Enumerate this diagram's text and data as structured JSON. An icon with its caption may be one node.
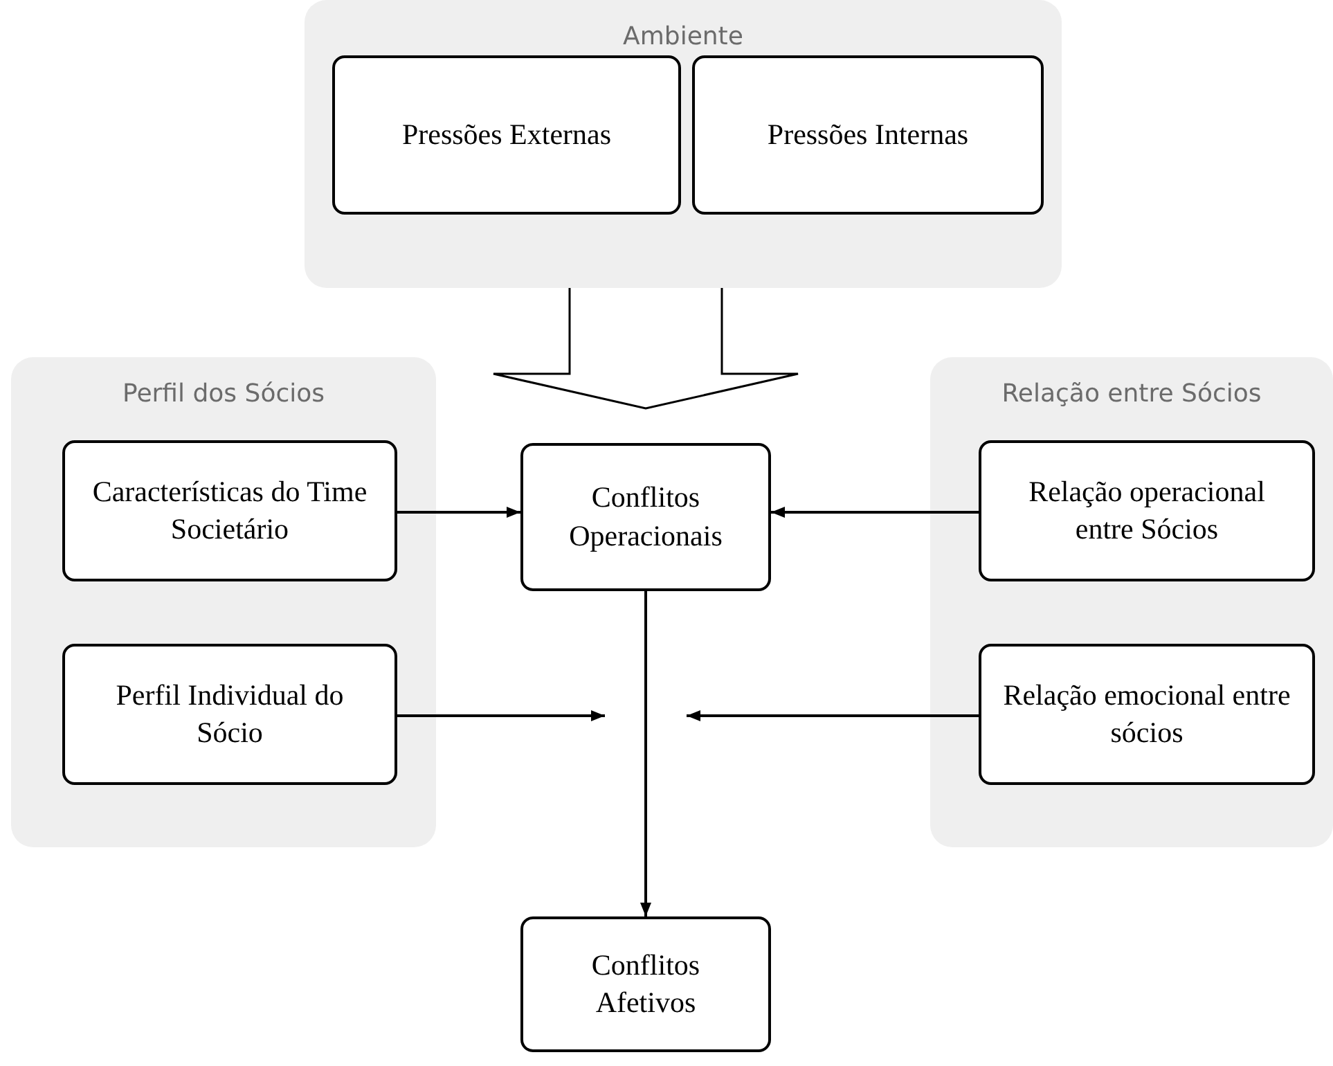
{
  "diagram": {
    "nodes": [
      {
        "text": [
          "Ambiente"
        ]
      },
      {
        "text": [
          "Pressões Externas"
        ],
        "in": 0
      },
      {
        "text": [
          "Pressões Internas"
        ],
        "in": 0
      },
      {
        "text": [
          "Perfil dos Sócios"
        ]
      },
      {
        "text": [
          "Características do Time Societário"
        ],
        "in": 3
      },
      {
        "text": [
          "Perfil Individual do Sócio"
        ],
        "in": 3
      },
      {
        "text": [
          "Conflitos Operacionais"
        ]
      },
      {
        "text": [
          "Relação entre Sócios"
        ]
      },
      {
        "text": [
          "Relação operacional entre Sócios"
        ],
        "in": 7
      },
      {
        "text": [
          "Relação emocional entre sócios"
        ],
        "in": 7
      },
      {
        "text": [
          "Conflitos Afetivos"
        ]
      }
    ],
    "edges": [
      {
        "from": 0,
        "to": 6,
        "arrow": "to",
        "style": "thick"
      },
      {
        "from": 4,
        "to": 6,
        "arrow": "to"
      },
      {
        "from": 8,
        "to": 6,
        "arrow": "to"
      },
      {
        "from": 5,
        "to": null,
        "arrow": "to"
      },
      {
        "from": 9,
        "to": null,
        "arrow": "to"
      },
      {
        "from": 6,
        "to": 10,
        "arrow": "to"
      }
    ]
  }
}
